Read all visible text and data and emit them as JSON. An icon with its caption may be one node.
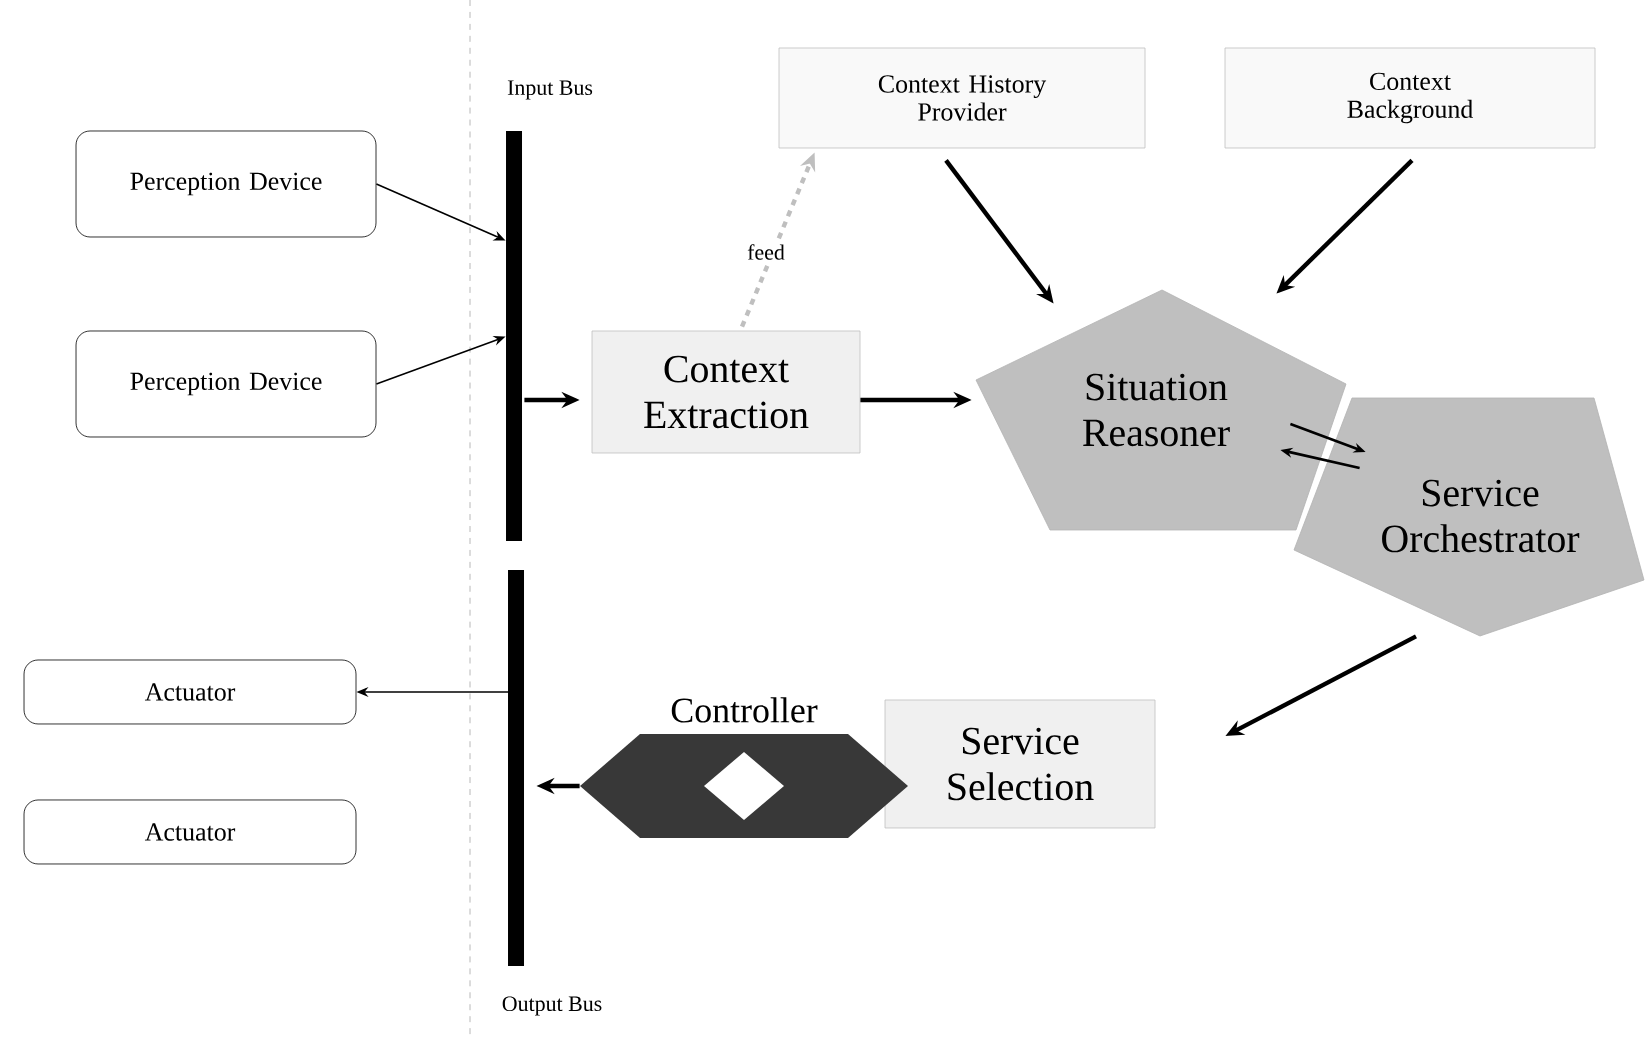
{
  "diagram": {
    "nodes": [
      {
        "text": [
          "Perception Device"
        ]
      },
      {
        "text": [
          "Perception Device"
        ]
      },
      {
        "text": [
          "Input Bus"
        ]
      },
      {
        "text": [
          "Output Bus"
        ]
      },
      {
        "text": [
          "Context Extraction"
        ]
      },
      {
        "text": [
          "Context History Provider"
        ]
      },
      {
        "text": [
          "Context Background"
        ]
      },
      {
        "text": [
          "Situation Reasoner"
        ]
      },
      {
        "text": [
          "Service Orchestrator"
        ]
      },
      {
        "text": [
          "Service Selection"
        ]
      },
      {
        "text": [
          "Controller"
        ]
      },
      {
        "text": [
          "Actuator"
        ]
      },
      {
        "text": [
          "Actuator"
        ]
      }
    ],
    "edges": [
      {
        "from": 0,
        "to": 2,
        "arrow": "to"
      },
      {
        "from": 1,
        "to": 2,
        "arrow": "to"
      },
      {
        "from": 2,
        "to": 4,
        "arrow": "to"
      },
      {
        "from": 4,
        "to": 5,
        "arrow": "to",
        "label": "feed",
        "style": "dashed",
        "color": "#bfbfbf"
      },
      {
        "from": 5,
        "to": 7,
        "arrow": "to"
      },
      {
        "from": 6,
        "to": 7,
        "arrow": "to"
      },
      {
        "from": 4,
        "to": 7,
        "arrow": "to"
      },
      {
        "from": 7,
        "to": 8,
        "arrow": "to"
      },
      {
        "from": 8,
        "to": 7,
        "arrow": "to"
      },
      {
        "from": 8,
        "to": 9,
        "arrow": "to"
      },
      {
        "from": 10,
        "to": 3,
        "arrow": "to"
      },
      {
        "from": 3,
        "to": 11,
        "arrow": "to"
      }
    ]
  }
}
